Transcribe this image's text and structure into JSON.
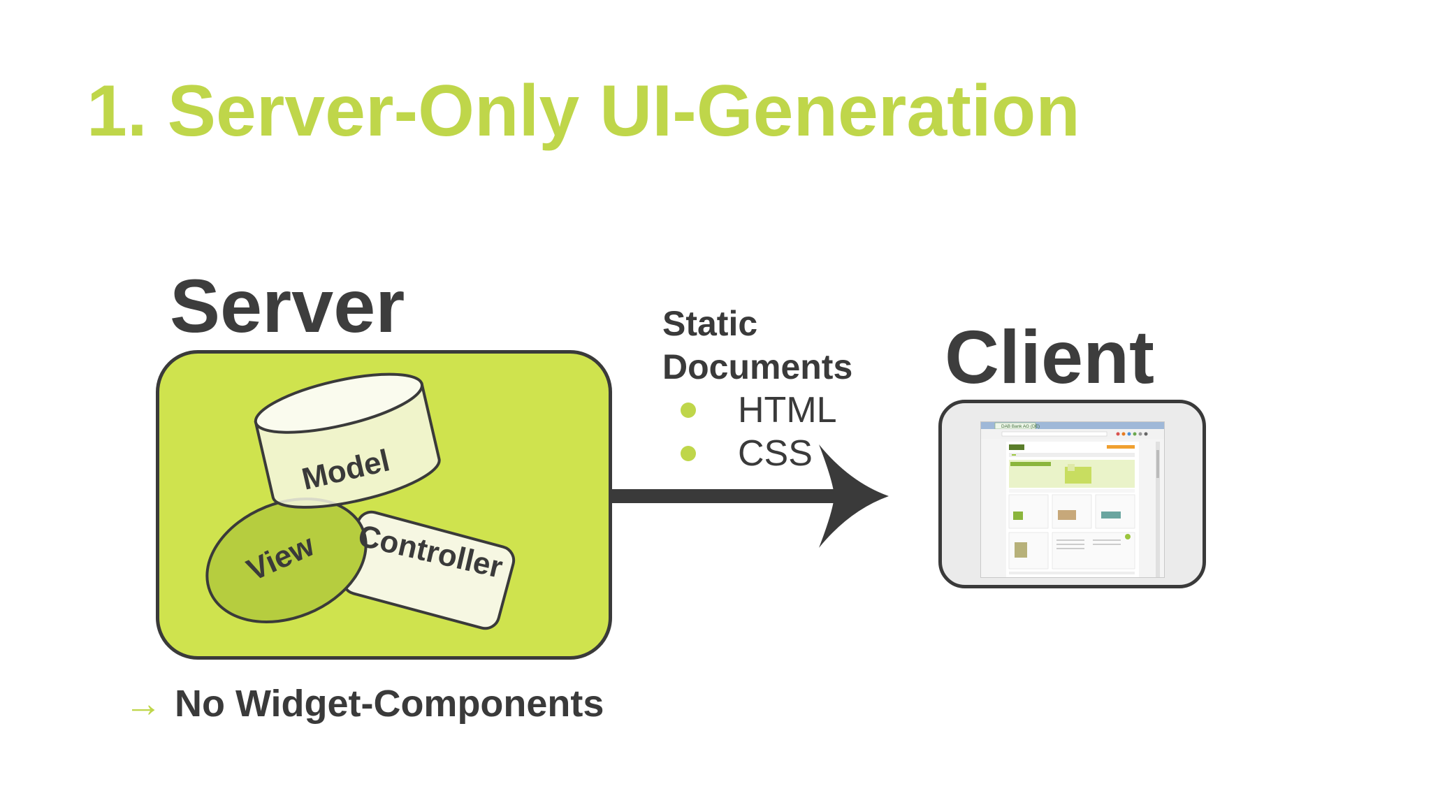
{
  "title": "1. Server-Only UI-Generation",
  "server": {
    "heading": "Server",
    "components": {
      "model": "Model",
      "view": "View",
      "controller": "Controller"
    }
  },
  "transfer": {
    "title": "Static\nDocuments",
    "items": [
      "HTML",
      "CSS"
    ]
  },
  "client": {
    "heading": "Client",
    "screenshot_tab_label": "DAB Bank AG (DE)"
  },
  "footer": {
    "arrow_icon": "→",
    "text": "No Widget-Components"
  },
  "colors": {
    "accent_green": "#bfd64a",
    "server_box_fill": "#cfe34e",
    "dark_text": "#3a3a3a"
  }
}
